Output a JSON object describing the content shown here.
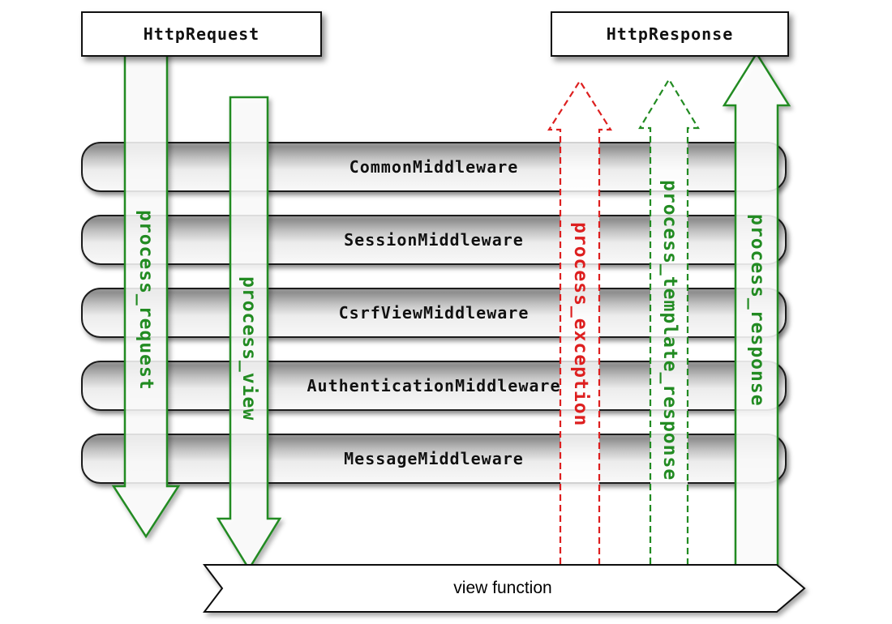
{
  "diagram": {
    "request_box": "HttpRequest",
    "response_box": "HttpResponse",
    "middlewares": [
      "CommonMiddleware",
      "SessionMiddleware",
      "CsrfViewMiddleware",
      "AuthenticationMiddleware",
      "MessageMiddleware"
    ],
    "arrows": [
      {
        "label": "process_request",
        "direction": "down",
        "style": "solid",
        "color": "#228b22"
      },
      {
        "label": "process_view",
        "direction": "down",
        "style": "solid",
        "color": "#228b22"
      },
      {
        "label": "process_exception",
        "direction": "up",
        "style": "dashed",
        "color": "#dd1f1f"
      },
      {
        "label": "process_template_response",
        "direction": "up",
        "style": "dashed",
        "color": "#228b22"
      },
      {
        "label": "process_response",
        "direction": "up",
        "style": "solid",
        "color": "#228b22"
      }
    ],
    "view_banner": "view function",
    "colors": {
      "green": "#228b22",
      "red": "#dd1f1f"
    }
  }
}
